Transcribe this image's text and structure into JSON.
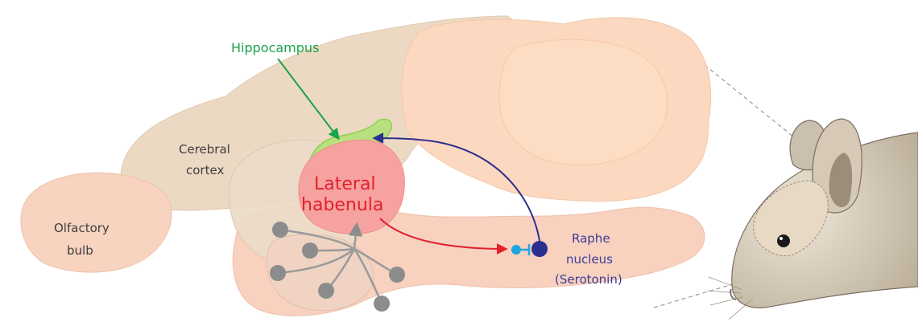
{
  "labels": {
    "hippocampus": "Hippocampus",
    "cerebral_cortex_1": "Cerebral",
    "cerebral_cortex_2": "cortex",
    "olfactory_bulb_1": "Olfactory",
    "olfactory_bulb_2": "bulb",
    "lateral_habenula_1": "Lateral",
    "lateral_habenula_2": "habenula",
    "raphe_1": "Raphe",
    "raphe_2": "nucleus",
    "raphe_3": "(Serotonin)"
  },
  "colors": {
    "hippocampus": "#1aa34a",
    "lateral_habenula": "#e3202e",
    "raphe": "#3a3d98",
    "inhibitory_terminal": "#1fa6e0",
    "input_nodes": "#8c8c8c"
  },
  "icons": {
    "mouse": "mouse-head-icon"
  }
}
